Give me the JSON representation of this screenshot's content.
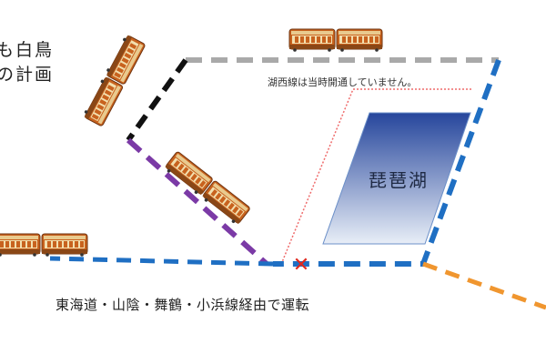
{
  "title_lines": [
    "も白鳥",
    "の計画"
  ],
  "note": "湖西線は当時開通していません。",
  "lake_label": "琵琶湖",
  "route_label": "東海道・山陰・舞鶴・小浜線経由で運転",
  "blocked_marker": "✕",
  "colors": {
    "gray_line": "#a9a9a9",
    "black_line": "#111111",
    "purple_line": "#7b3aa6",
    "blue_line": "#1f6fc3",
    "orange_line": "#f0962f",
    "red_dotted": "#ef6b6b",
    "cross_mark": "#e0291f",
    "lake_top": "#26469c",
    "lake_bottom": "#dfe8f4",
    "train_body": "#c8621e",
    "train_window_band": "#f2dfae",
    "train_roof": "#e9ca8e"
  },
  "trains": [
    {
      "name": "top-train"
    },
    {
      "name": "left-angled-train"
    },
    {
      "name": "middle-angled-train"
    },
    {
      "name": "bottom-left-train"
    }
  ]
}
